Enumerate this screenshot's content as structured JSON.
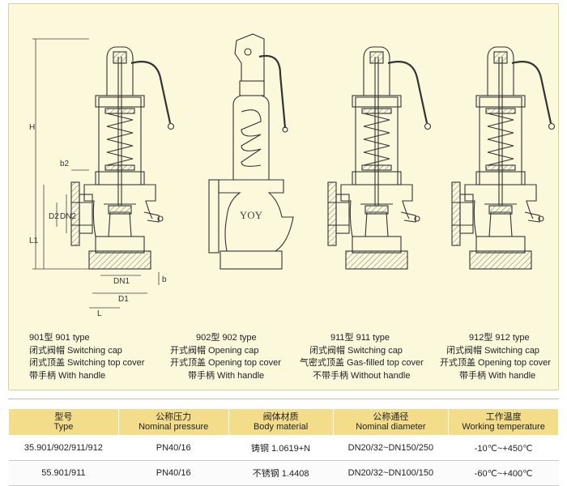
{
  "drawing": {
    "dimension_labels": [
      "H",
      "b2",
      "D2",
      "DN2",
      "L1",
      "DN1",
      "D1",
      "L",
      "b"
    ],
    "logo_text": "YOY"
  },
  "captions": [
    {
      "type": "901型  901 type",
      "cap": "闭式阀帽  Switching cap",
      "cover": "闭式顶盖  Switching top cover",
      "handle": "带手柄  With handle"
    },
    {
      "type": "902型  902 type",
      "cap": "开式阀帽  Opening cap",
      "cover": "开式顶盖  Opening top cover",
      "handle": "带手柄  With handle"
    },
    {
      "type": "911型  911 type",
      "cap": "闭式阀帽  Switching cap",
      "cover": "气密式顶盖  Gas-filled top cover",
      "handle": "不带手柄  Without handle"
    },
    {
      "type": "912型  912 type",
      "cap": "闭式阀帽  Switching cap",
      "cover": "开式顶盖  Opening top cover",
      "handle": "带手柄  With handle"
    }
  ],
  "table": {
    "headers": [
      {
        "cn": "型号",
        "en": "Type"
      },
      {
        "cn": "公称压力",
        "en": "Nominal pressure"
      },
      {
        "cn": "阀体材质",
        "en": "Body material"
      },
      {
        "cn": "公称通径",
        "en": "Nominal diameter"
      },
      {
        "cn": "工作温度",
        "en": "Working temperature"
      }
    ],
    "rows": [
      [
        "35.901/902/911/912",
        "PN40/16",
        "铸钢  1.0619+N",
        "DN20/32~DN150/250",
        "-10℃~+450℃"
      ],
      [
        "55.901/911",
        "PN40/16",
        "不锈钢  1.4408",
        "DN20/32~DN100/150",
        "-60℃~+400℃"
      ]
    ]
  },
  "colors": {
    "panel": "#fbf8dc",
    "header": "#f3dd8a",
    "line": "#333333"
  }
}
